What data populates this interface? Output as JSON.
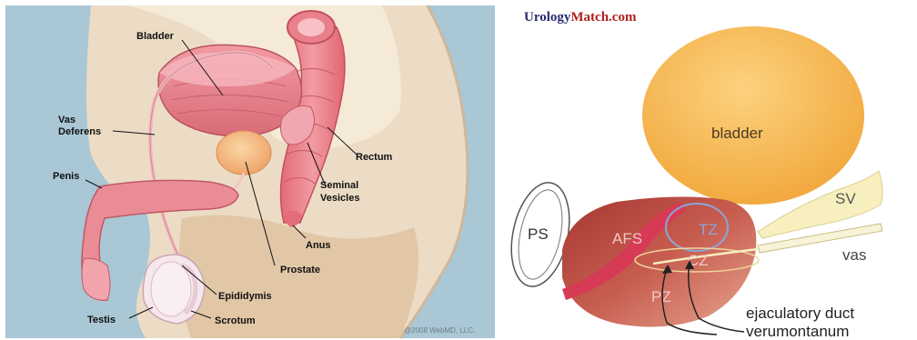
{
  "left_diagram": {
    "labels": {
      "bladder": "Bladder",
      "vas_deferens_1": "Vas",
      "vas_deferens_2": "Deferens",
      "penis": "Penis",
      "rectum": "Rectum",
      "seminal_1": "Seminal",
      "seminal_2": "Vesicles",
      "anus": "Anus",
      "prostate": "Prostate",
      "epididymis": "Epididymis",
      "testis": "Testis",
      "scrotum": "Scrotum"
    },
    "copyright": "@2008 WebMD, LLC."
  },
  "right_diagram": {
    "brand_part1": "Urology",
    "brand_part2": "Match.com",
    "labels": {
      "bladder": "bladder",
      "ps": "PS",
      "afs": "AFS",
      "tz": "TZ",
      "cz": "CZ",
      "pz": "PZ",
      "sv": "SV",
      "vas": "vas",
      "ejaculatory_duct": "ejaculatory duct",
      "verumontanum": "verumontanum"
    }
  },
  "colors": {
    "left_background": "#a9c7d4",
    "body_skin": "#ecdcc6",
    "flesh": "#e78d95",
    "prostate": "#f2ba86",
    "bladder_orange": "#f4b248",
    "prostate_red": "#b2403a",
    "sv_cream": "#f7efbd",
    "zone_label": "#f3c7c7",
    "tz_blue": "#8aa6d8",
    "brand_dark": "#2b2c6a",
    "brand_red": "#b02020"
  }
}
